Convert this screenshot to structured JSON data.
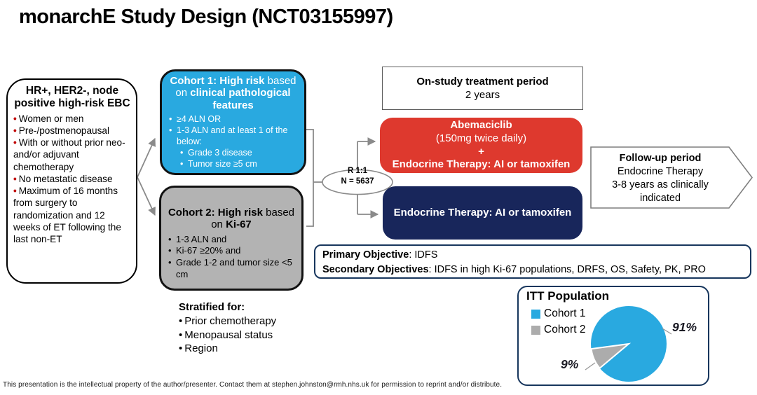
{
  "title": "monarchE Study Design (NCT03155997)",
  "eligibility": {
    "title": "HR+, HER2-, node positive high-risk EBC",
    "bullets": [
      "Women or men",
      "Pre-/postmenopausal",
      "With or without prior neo- and/or adjuvant chemotherapy",
      "No metastatic disease",
      "Maximum of 16 months from surgery to randomization and 12 weeks of ET following the last non-ET"
    ]
  },
  "cohort1": {
    "title_bold1": "Cohort 1: High risk",
    "title_mid": " based on ",
    "title_bold2": "clinical pathological features",
    "bullets": [
      "≥4 ALN OR",
      "1-3 ALN and at least 1 of the below:"
    ],
    "sub_bullets": [
      "Grade 3 disease",
      "Tumor size ≥5 cm"
    ]
  },
  "cohort2": {
    "title_bold1": "Cohort 2: High risk",
    "title_mid": " based on ",
    "title_bold2": "Ki-67",
    "bullets": [
      "1-3 ALN and",
      "Ki-67 ≥20% and",
      "Grade 1-2 and tumor size <5 cm"
    ]
  },
  "stratified": {
    "title": "Stratified for:",
    "bullets": [
      "Prior chemotherapy",
      "Menopausal status",
      "Region"
    ]
  },
  "randomization": {
    "line1": "R 1:1",
    "line2": "N = 5637"
  },
  "on_study": {
    "title": "On-study treatment period",
    "duration": "2 years"
  },
  "arm_abemaciclib": {
    "line1": "Abemaciclib",
    "line2": "(150mg twice daily)",
    "line3": "+",
    "line4": "Endocrine Therapy: AI or tamoxifen"
  },
  "arm_endocrine": {
    "label": "Endocrine Therapy: AI or tamoxifen"
  },
  "followup": {
    "title": "Follow-up period",
    "line2": "Endocrine Therapy",
    "line3": "3-8 years as clinically indicated"
  },
  "objectives": {
    "primary_label": "Primary Objective",
    "primary_value": ": IDFS",
    "secondary_label": "Secondary Objectives",
    "secondary_value": ": IDFS in high Ki-67 populations, DRFS, OS, Safety, PK, PRO"
  },
  "chart_data": {
    "type": "pie",
    "title": "ITT Population",
    "labels": [
      "Cohort 1",
      "Cohort 2"
    ],
    "values": [
      91,
      9
    ],
    "colors": [
      "#29A9E0",
      "#ACACAC"
    ],
    "data_labels": [
      "91%",
      "9%"
    ],
    "legend_position": "top-left"
  },
  "footer": "This presentation is the intellectual property of the author/presenter. Contact them at stephen.johnston@rmh.nhs.uk for permission to reprint and/or distribute.",
  "colors": {
    "cohort1_blue": "#29A9E0",
    "cohort2_gray": "#B3B3B3",
    "arm_red": "#DE392E",
    "arm_navy": "#18265B",
    "border_navy": "#17365D",
    "bullet_red": "#C00000",
    "connector_gray": "#8a8a8a"
  }
}
